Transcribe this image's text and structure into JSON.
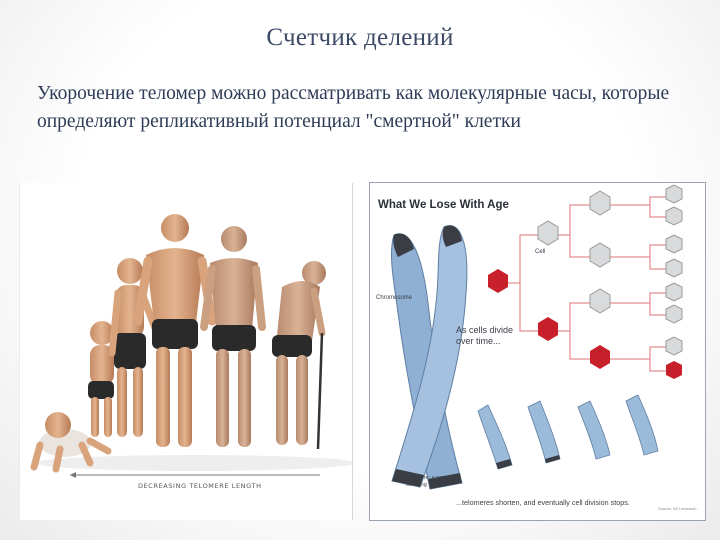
{
  "slide": {
    "title": "Счетчик делений",
    "text": "Укорочение теломер можно рассматривать как молекулярные часы, которые определяют репликативный потенциал \"смертной\" клетки"
  },
  "left_figure": {
    "axis_label": "DECREASING TELOMERE LENGTH"
  },
  "right_figure": {
    "title": "What We Lose With Age",
    "label_cell": "Cell",
    "label_chromosome": "Chromosome",
    "label_division": "As cells divide over time...",
    "label_telomere": "Telomere: a protective covering",
    "label_bottom": "...telomeres shorten, and eventually cell division stops.",
    "credit": "Source: NCI research"
  },
  "colors": {
    "title": "#3c4a66",
    "text": "#2e3b57",
    "chromosome": "#8fb0d3",
    "telomere": "#3a3e44",
    "cell_red": "#c8202a",
    "cell_gray": "#d9dadc"
  }
}
